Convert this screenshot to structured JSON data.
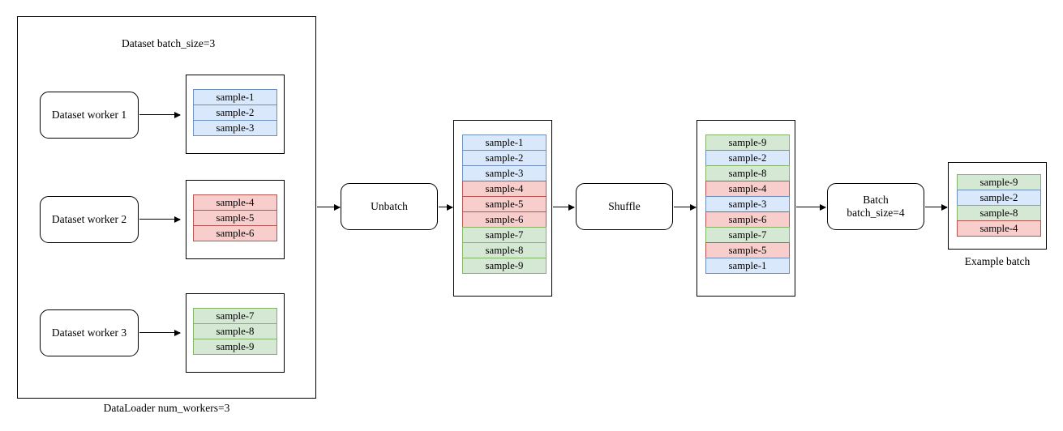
{
  "diagram": {
    "title_top": "Dataset batch_size=3",
    "dataloader_caption": "DataLoader num_workers=3",
    "example_batch_caption": "Example batch",
    "colors": {
      "blue_fill": "#dae8fc",
      "blue_stroke": "#6c8ebf",
      "red_fill": "#f8cecc",
      "red_stroke": "#b85450",
      "green_fill": "#d5e8d4",
      "green_stroke": "#82b366",
      "outline": "#000000",
      "background": "#ffffff"
    },
    "workers": [
      {
        "label": "Dataset worker 1"
      },
      {
        "label": "Dataset worker 2"
      },
      {
        "label": "Dataset worker 3"
      }
    ],
    "worker_batches": [
      {
        "samples": [
          {
            "label": "sample-1",
            "color": "blue"
          },
          {
            "label": "sample-2",
            "color": "blue"
          },
          {
            "label": "sample-3",
            "color": "blue"
          }
        ]
      },
      {
        "samples": [
          {
            "label": "sample-4",
            "color": "red"
          },
          {
            "label": "sample-5",
            "color": "red"
          },
          {
            "label": "sample-6",
            "color": "red"
          }
        ]
      },
      {
        "samples": [
          {
            "label": "sample-7",
            "color": "green"
          },
          {
            "label": "sample-8",
            "color": "green"
          },
          {
            "label": "sample-9",
            "color": "green"
          }
        ]
      }
    ],
    "stages": [
      {
        "name": "unbatch",
        "label": "Unbatch"
      },
      {
        "name": "shuffle",
        "label": "Shuffle"
      },
      {
        "name": "batch",
        "label": "Batch\nbatch_size=4"
      }
    ],
    "unbatched": {
      "samples": [
        {
          "label": "sample-1",
          "color": "blue"
        },
        {
          "label": "sample-2",
          "color": "blue"
        },
        {
          "label": "sample-3",
          "color": "blue"
        },
        {
          "label": "sample-4",
          "color": "red"
        },
        {
          "label": "sample-5",
          "color": "red"
        },
        {
          "label": "sample-6",
          "color": "red"
        },
        {
          "label": "sample-7",
          "color": "green"
        },
        {
          "label": "sample-8",
          "color": "green"
        },
        {
          "label": "sample-9",
          "color": "green"
        }
      ]
    },
    "shuffled": {
      "samples": [
        {
          "label": "sample-9",
          "color": "green"
        },
        {
          "label": "sample-2",
          "color": "blue"
        },
        {
          "label": "sample-8",
          "color": "green"
        },
        {
          "label": "sample-4",
          "color": "red"
        },
        {
          "label": "sample-3",
          "color": "blue"
        },
        {
          "label": "sample-6",
          "color": "red"
        },
        {
          "label": "sample-7",
          "color": "green"
        },
        {
          "label": "sample-5",
          "color": "red"
        },
        {
          "label": "sample-1",
          "color": "blue"
        }
      ]
    },
    "example_batch": {
      "samples": [
        {
          "label": "sample-9",
          "color": "green"
        },
        {
          "label": "sample-2",
          "color": "blue"
        },
        {
          "label": "sample-8",
          "color": "green"
        },
        {
          "label": "sample-4",
          "color": "red"
        }
      ]
    }
  }
}
